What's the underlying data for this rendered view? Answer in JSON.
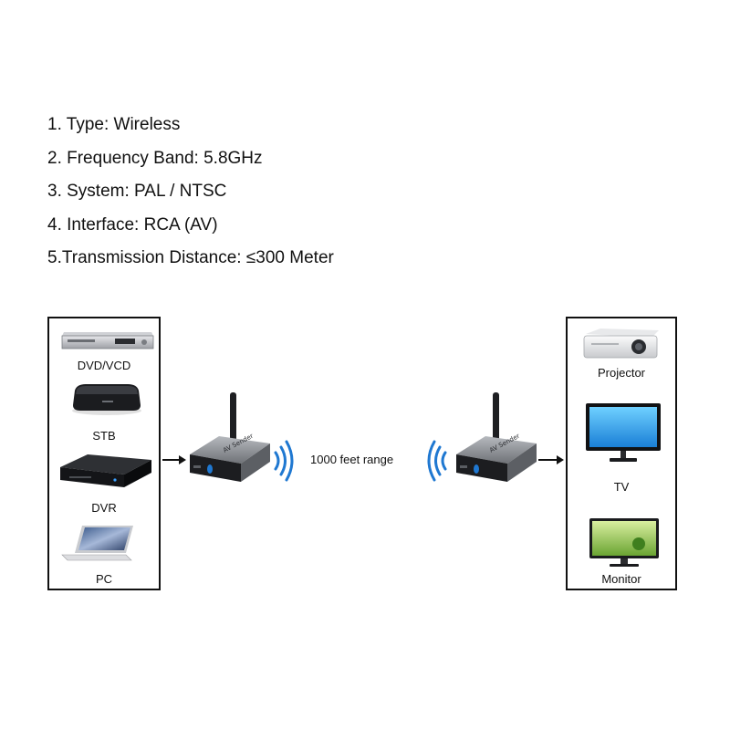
{
  "specs": [
    "1. Type: Wireless",
    "2. Frequency Band: 5.8GHz",
    "3. System: PAL / NTSC",
    "4. Interface: RCA (AV)",
    "5.Transmission Distance: ≤300 Meter"
  ],
  "sources": [
    "DVD/VCD",
    "STB",
    "DVR",
    "PC"
  ],
  "outputs": [
    "Projector",
    "TV",
    "Monitor"
  ],
  "link": {
    "range_label": "1000 feet range",
    "device_label": "AV Sender"
  },
  "colors": {
    "signal_waves": "#1f78d1",
    "device_body": "#8a8d92",
    "device_face": "#1c1d20"
  }
}
